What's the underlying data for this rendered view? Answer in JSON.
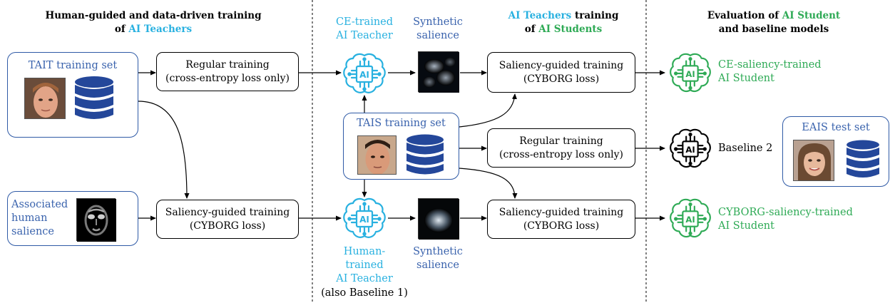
{
  "headers": {
    "col1_line1": "Human-guided and data-driven training",
    "col1_line2_prefix": "of ",
    "col1_line2_highlight": "AI Teachers",
    "col3_line1_highlight": "AI Teachers",
    "col3_line1_suffix": " training",
    "col3_line2_prefix": "of ",
    "col3_line2_highlight": "AI Students",
    "col4_line1_prefix": "Evaluation of ",
    "col4_line1_highlight": "AI Student",
    "col4_line2": "and baseline models"
  },
  "datasets": {
    "tait": {
      "name": "TAIT",
      "suffix": " training set"
    },
    "tais": {
      "name": "TAIS",
      "suffix": " training set"
    },
    "eais": {
      "name": "EAIS",
      "suffix": " test set"
    }
  },
  "human_salience": {
    "line1": "Associated",
    "line2": "human",
    "line3": "salience"
  },
  "processes": {
    "regular_training_top": {
      "line1": "Regular training",
      "line2": "(cross-entropy loss only)"
    },
    "saliency_guided_left": {
      "line1": "Saliency-guided training",
      "line2": "(CYBORG loss)"
    },
    "saliency_guided_top_right": {
      "line1": "Saliency-guided training",
      "line2": "(CYBORG loss)"
    },
    "regular_training_middle": {
      "line1": "Regular training",
      "line2": "(cross-entropy loss only)"
    },
    "saliency_guided_bottom_right": {
      "line1": "Saliency-guided training",
      "line2": "(CYBORG loss)"
    }
  },
  "teachers": {
    "ce_trained": {
      "line1": "CE-trained",
      "line2": "AI Teacher"
    },
    "human_trained": {
      "line1": "Human-",
      "line2": "trained",
      "line3": "AI Teacher",
      "note": "(also Baseline 1)"
    }
  },
  "synthetic_salience": {
    "top": {
      "line1": "Synthetic",
      "line2": "salience"
    },
    "bottom": {
      "line1": "Synthetic",
      "line2": "salience"
    }
  },
  "outputs": {
    "ce_student": {
      "line1": "CE-saliency-trained",
      "line2": "AI Student"
    },
    "baseline2": {
      "label": "Baseline 2"
    },
    "cyborg_student": {
      "line1": "CYBORG-saliency-trained",
      "line2": "AI Student"
    }
  },
  "icons": {
    "ai_chip_text": "AI",
    "ai_chip_blue": "#29b1e0",
    "ai_chip_green": "#2eaa55",
    "ai_chip_black": "#000000",
    "database": "database-icon",
    "dataset_border": "#2f5aa6"
  }
}
